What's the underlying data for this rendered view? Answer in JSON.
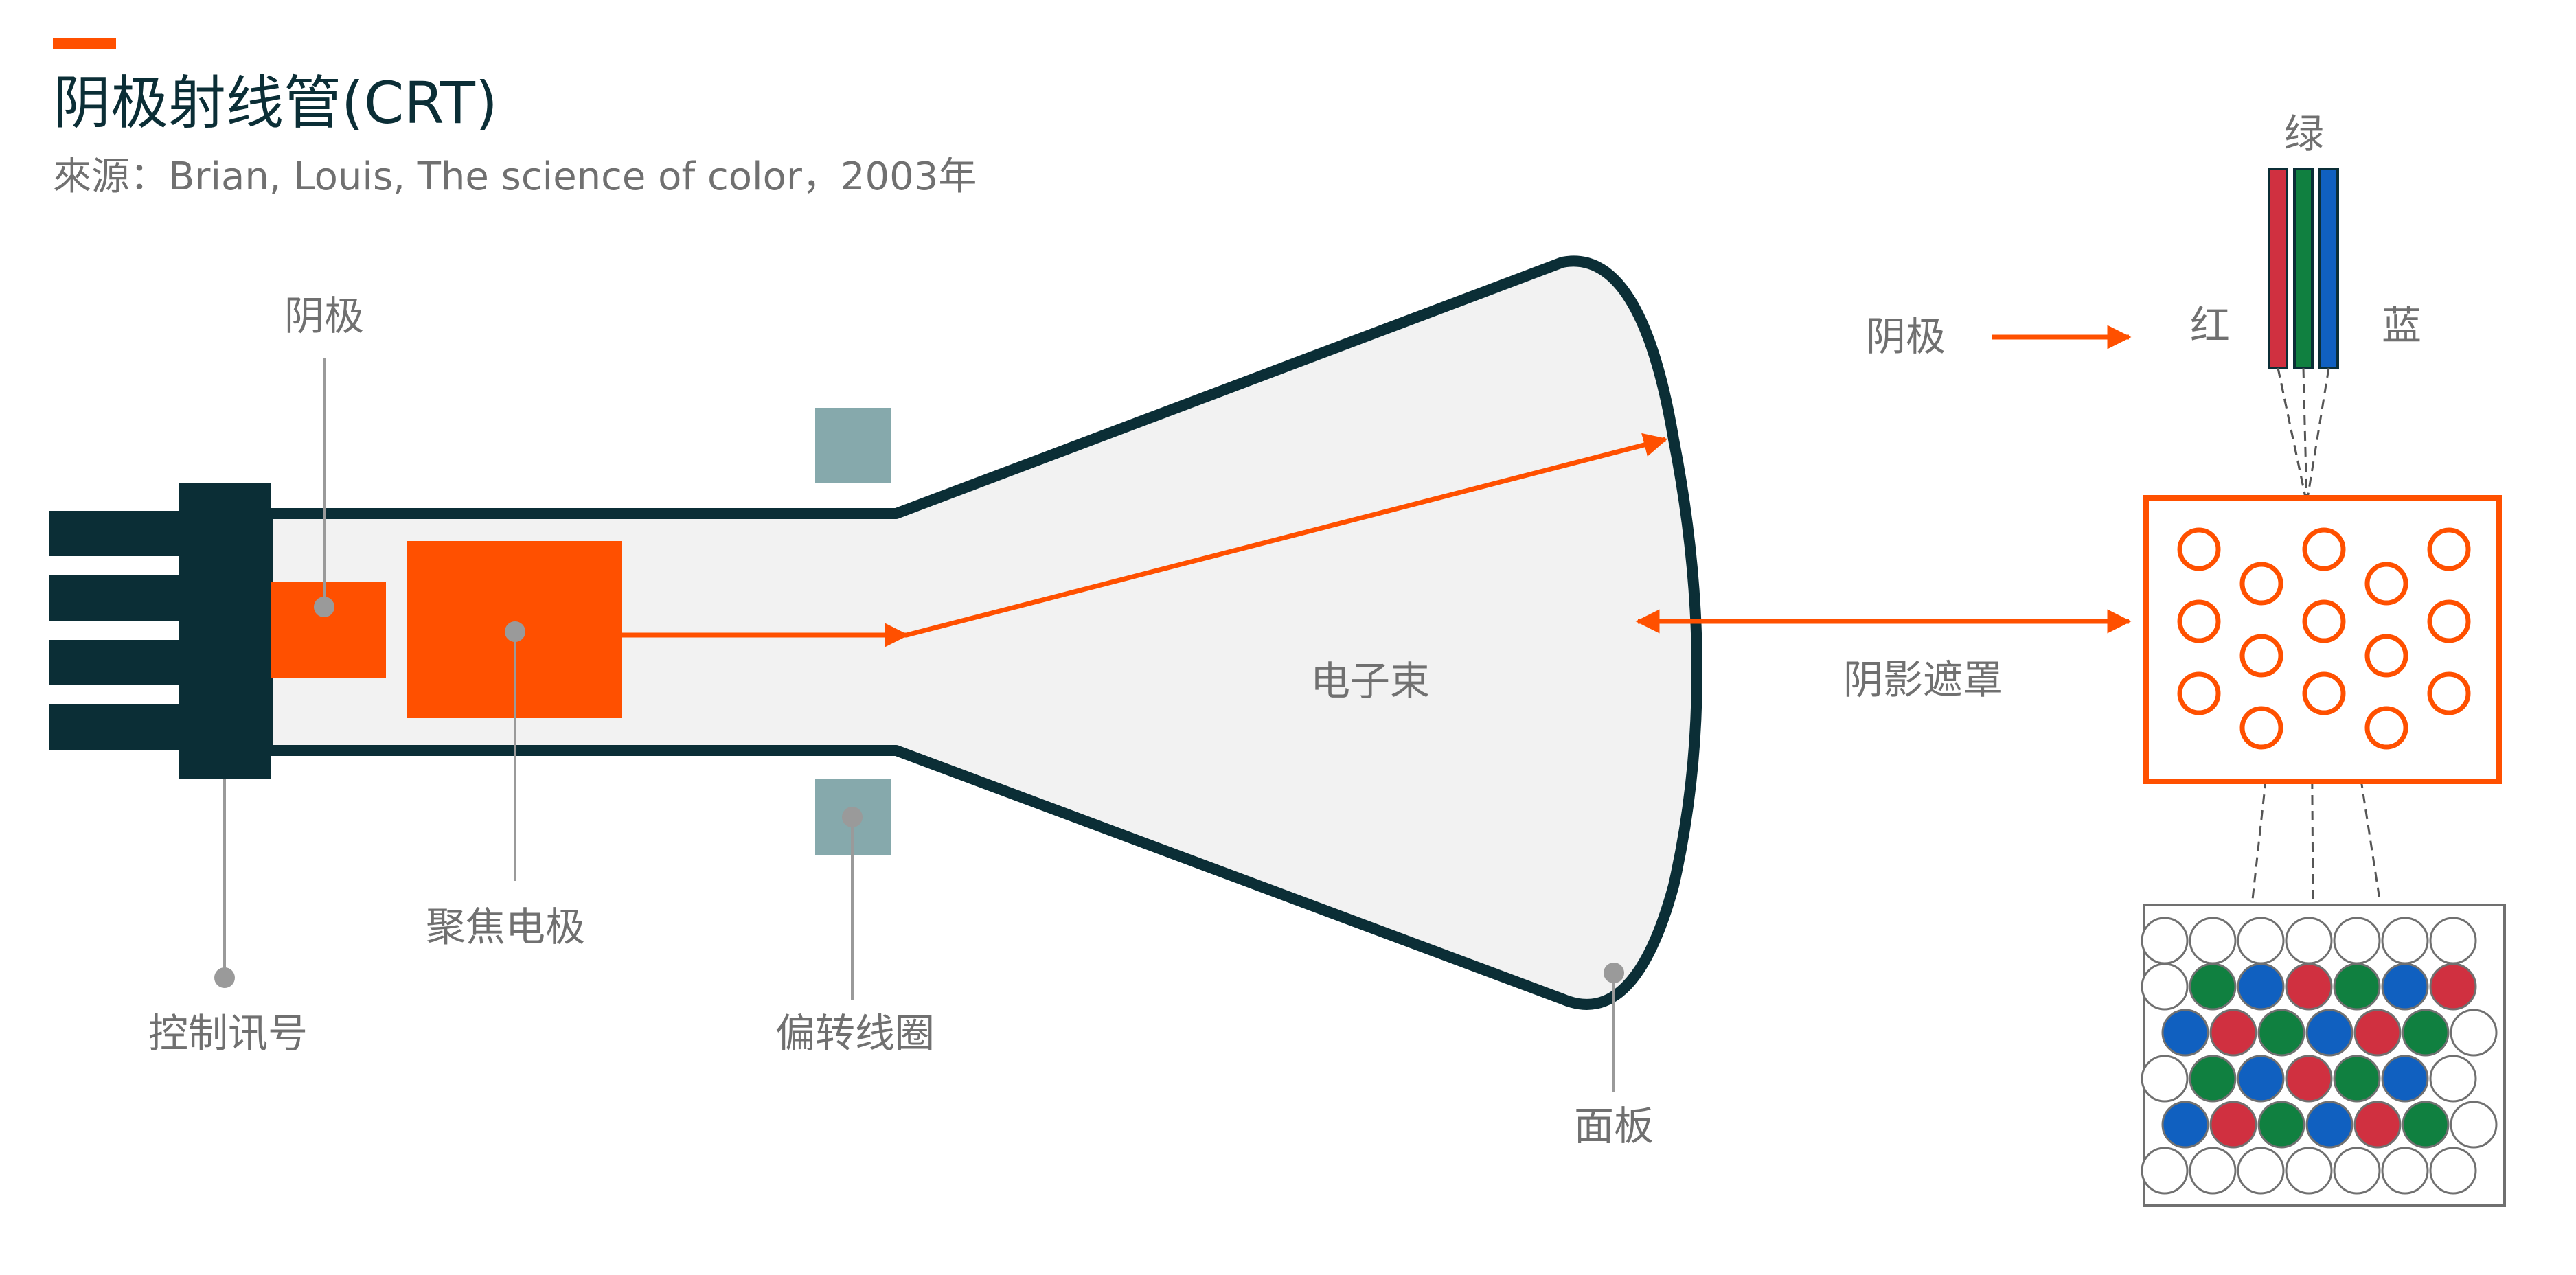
{
  "header": {
    "title": "阴极射线管(CRT)",
    "source": "來源：Brian, Louis, The science of color，2003年"
  },
  "labels": {
    "cathode_main": "阴极",
    "control_signal": "控制讯号",
    "focus_electrode": "聚焦电极",
    "deflection_coil": "偏转线圈",
    "electron_beam": "电子束",
    "faceplate": "面板",
    "shadow_mask": "阴影遮罩",
    "cathode_inset": "阴极",
    "green": "绿",
    "red": "红",
    "blue": "蓝"
  },
  "colors": {
    "accent": "#FF5000",
    "tube_outline": "#0B2E36",
    "tube_fill": "#F2F2F2",
    "coil": "#86A9AC",
    "label_gray": "#707070",
    "leader_gray": "#9A9A9A",
    "phosphor_red": "#D03040",
    "phosphor_green": "#108040",
    "phosphor_blue": "#1060C0",
    "phosphor_empty": "#FFFFFF"
  },
  "phosphor_grid": [
    [
      "W",
      "W",
      "W",
      "W",
      "W",
      "W",
      "W"
    ],
    [
      "W",
      "G",
      "B",
      "R",
      "G",
      "B",
      "R"
    ],
    [
      "B",
      "R",
      "G",
      "B",
      "R",
      "G",
      "W"
    ],
    [
      "W",
      "G",
      "B",
      "R",
      "G",
      "B",
      "W"
    ],
    [
      "B",
      "R",
      "G",
      "B",
      "R",
      "G",
      "W"
    ],
    [
      "W",
      "W",
      "W",
      "W",
      "W",
      "W",
      "W"
    ]
  ]
}
